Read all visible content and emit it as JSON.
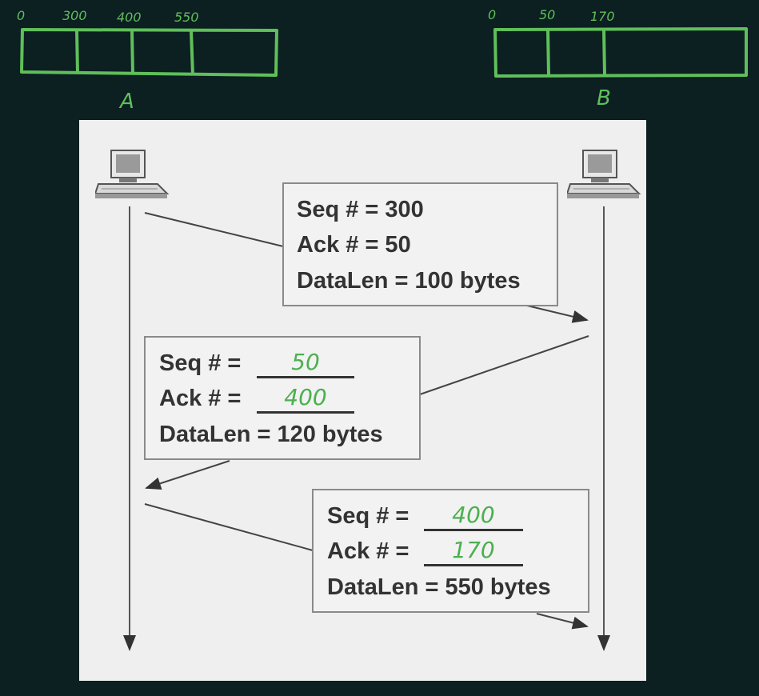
{
  "buffer_a": {
    "name": "A",
    "ticks": [
      "0",
      "300",
      "400",
      "550"
    ]
  },
  "buffer_b": {
    "name": "B",
    "ticks": [
      "0",
      "50",
      "170"
    ]
  },
  "messages": [
    {
      "seq_label": "Seq # = 300",
      "ack_label": "Ack # = 50",
      "len_label": "DataLen = 100 bytes"
    },
    {
      "seq_label": "Seq # =",
      "seq_answer": "50",
      "ack_label": "Ack # =",
      "ack_answer": "400",
      "len_label": "DataLen = 120 bytes"
    },
    {
      "seq_label": "Seq # =",
      "seq_answer": "400",
      "ack_label": "Ack # =",
      "ack_answer": "170",
      "len_label": "DataLen = 550 bytes"
    }
  ],
  "colors": {
    "background": "#0c1f21",
    "annotation": "#5fbf5a",
    "panel": "#efefef",
    "box_text": "#333333"
  },
  "icons": [
    "computer-icon",
    "computer-icon"
  ]
}
